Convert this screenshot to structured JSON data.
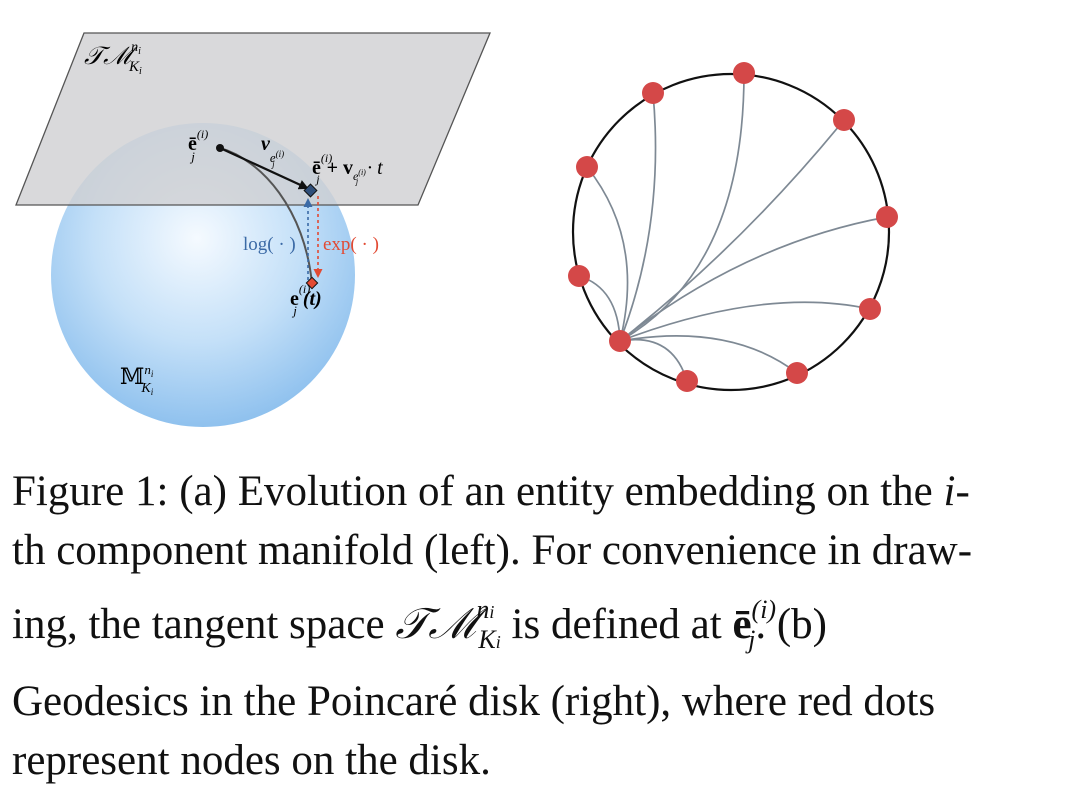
{
  "left_diagram": {
    "tangent_plane_label": {
      "base": "𝒯ℳ",
      "sup": "n",
      "sup_sub": "i",
      "sub": "K",
      "sub_sub": "i"
    },
    "manifold_label": {
      "base": "𝕄",
      "sup": "n",
      "sup_sub": "i",
      "sub": "K",
      "sub_sub": "i"
    },
    "point_label": {
      "base": "ē",
      "sup": "(i)",
      "sub": "j"
    },
    "vector_label": {
      "base": "v",
      "sub": "e",
      "sub_sup": "(i)",
      "sub_sub": "j"
    },
    "endpoint_label": {
      "base": "ē",
      "sup": "(i)",
      "sub": "j",
      "plus": " + v",
      "v_sub": "e",
      "v_sub_sup": "(i)",
      "v_sub_sub": "j",
      "times": " · t"
    },
    "log_label": "log( · )",
    "exp_label": "exp( · )",
    "evolved_label": {
      "base": "e",
      "sup": "(i)",
      "sub": "j",
      "arg": "(t)"
    },
    "colors": {
      "plane": "#d4d4d6",
      "sphere_light": "#f4f9ff",
      "sphere_dark": "#8fc2ee",
      "log": "#3b6aa6",
      "exp": "#e24a33",
      "node": "#d44848"
    }
  },
  "caption": {
    "fig_label": "Figure 1:",
    "part_a": "(a) Evolution of an entity embedding on the",
    "i_var": "i",
    "dash": "-",
    "line2": "th component manifold (left). For convenience in draw-",
    "line3_start": "ing, the tangent space",
    "tm_base": "𝒯ℳ",
    "tm_sup_n": "n",
    "tm_sup_i": "i",
    "tm_sub_k": "K",
    "tm_sub_i": "i",
    "line3_mid": "is defined at",
    "e_base": "ē",
    "e_sup": "(i)",
    "e_sub": "j",
    "line3_end": ".   (b)",
    "line4": "Geodesics in the Poincaré disk (right), where red dots",
    "line5": "represent nodes on the disk."
  }
}
